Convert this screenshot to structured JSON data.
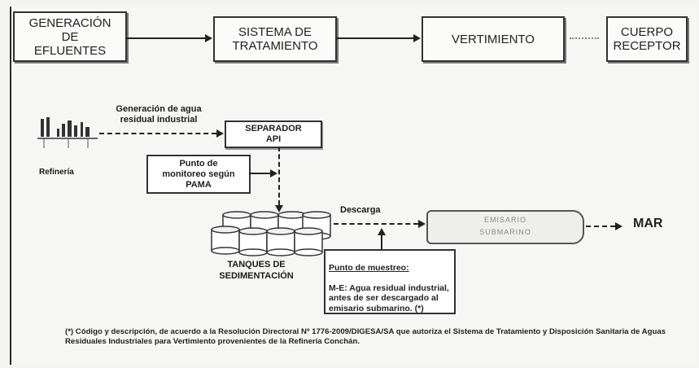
{
  "stages": [
    {
      "label": "GENERACIÓN\nDE\nEFLUENTES"
    },
    {
      "label": "SISTEMA DE\nTRATAMIENTO"
    },
    {
      "label": "VERTIMIENTO"
    },
    {
      "label": "CUERPO\nRECEPTOR"
    }
  ],
  "diagram": {
    "source_label": "Refinería",
    "flow_label": "Generación de agua\nresidual industrial",
    "separator_label": "SEPARADOR\nAPI",
    "monitoring_label": "Punto de\nmonitoreo según\nPAMA",
    "tanks_label": "TANQUES DE\nSEDIMENTACIÓN",
    "discharge_label": "Descarga",
    "pipe_text_1": "EMISARIO",
    "pipe_text_2": "SUBMARINO",
    "destination_label": "MAR",
    "sampling_title": "Punto de muestreo:",
    "sampling_text": "M-E: Agua residual industrial, antes de ser descargado al emisario submarino. (*)"
  },
  "footnote": "(*) Código y descripción, de acuerdo a la Resolución Directoral Nº 1776-2009/DIGESA/SA que autoriza el Sistema de Tratamiento y Disposición Sanitaria de Aguas Residuales Industriales para Vertimiento provenientes de la Refinería Conchán.",
  "colors": {
    "line": "#222222",
    "box_border": "#333333",
    "background": "#f3f3f1"
  }
}
